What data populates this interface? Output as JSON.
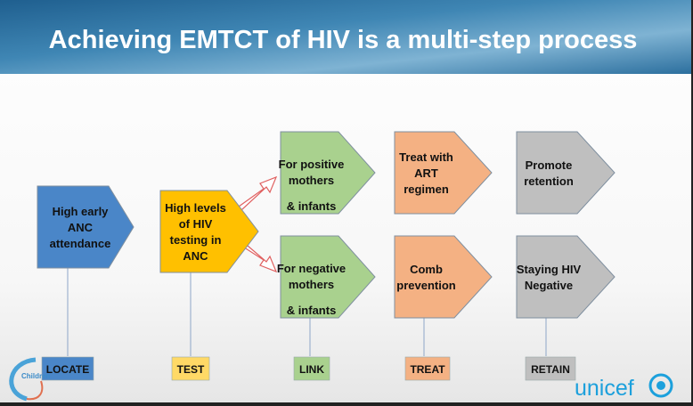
{
  "slide": {
    "title": "Achieving EMTCT of HIV is a multi-step process",
    "steps": [
      {
        "id": "locate",
        "lines": [
          "High early",
          "ANC",
          "attendance"
        ],
        "label": "LOCATE",
        "color": "#4a86c8",
        "label_color": "#4a86c8"
      },
      {
        "id": "test",
        "lines": [
          "High levels",
          "of HIV",
          "testing in",
          "ANC"
        ],
        "label": "TEST",
        "color": "#ffc000",
        "label_color": "#ffd966"
      },
      {
        "id": "link-positive",
        "lines": [
          "For positive",
          "mothers",
          "& infants"
        ],
        "color": "#a9d18e"
      },
      {
        "id": "link-negative",
        "lines": [
          "For negative",
          "mothers",
          "& infants"
        ],
        "color": "#a9d18e",
        "label": "LINK",
        "label_color": "#a9d18e"
      },
      {
        "id": "treat-positive",
        "lines": [
          "Treat with",
          "ART",
          "regimen"
        ],
        "color": "#f4b183"
      },
      {
        "id": "treat-negative",
        "lines": [
          "Comb",
          "prevention"
        ],
        "color": "#f4b183",
        "label": "TREAT",
        "label_color": "#f4b183"
      },
      {
        "id": "retain-positive",
        "lines": [
          "Promote",
          "retention"
        ],
        "color": "#bfbfbf"
      },
      {
        "id": "retain-negative",
        "lines": [
          "Staying HIV",
          "Negative"
        ],
        "color": "#bfbfbf",
        "label": "RETAIN",
        "label_color": "#bfbfbf"
      }
    ],
    "logos": {
      "left": "Children",
      "right": "unicef"
    }
  }
}
